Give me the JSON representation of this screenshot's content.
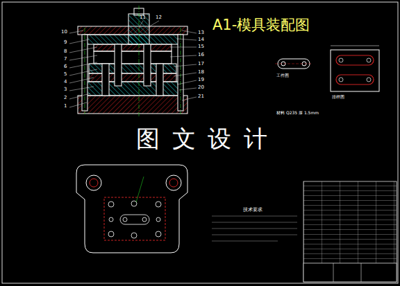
{
  "diagram": {
    "title": "A1-模具装配图",
    "labels": [
      "图 文 设 计",
      "1",
      "2",
      "3",
      "4",
      "5",
      "6",
      "7",
      "8",
      "9",
      "10",
      "11",
      "12",
      "13",
      "14",
      "15",
      "16",
      "17",
      "18",
      "19",
      "20",
      "21",
      "工件图",
      "排样图",
      "材料 Q235 厚 1.5mm",
      "技术要求"
    ]
  }
}
